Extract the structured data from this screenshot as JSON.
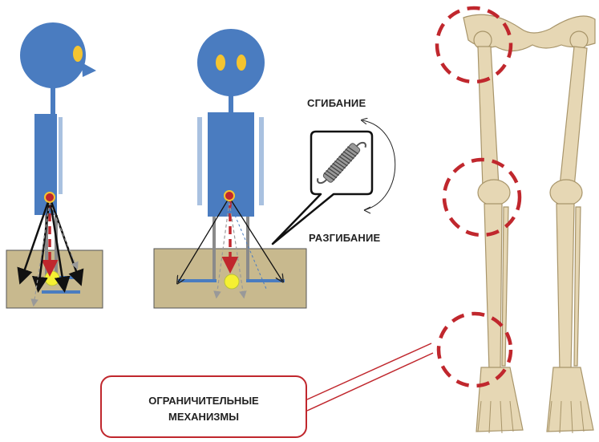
{
  "labels": {
    "flexion": "СГИБАНИЕ",
    "extension": "РАЗГИБАНИЕ",
    "callout_line1": "ОГРАНИЧИТЕЛЬНЫЕ",
    "callout_line2": "МЕХАНИЗМЫ"
  },
  "colors": {
    "figure_blue": "#4a7cc0",
    "light_blue": "#a9c1e0",
    "eye_yellow": "#f4c430",
    "ground": "#c8b98e",
    "highlight_red": "#c0272d",
    "dot_yellow": "#f5f032",
    "bone": "#e6d7b4"
  }
}
